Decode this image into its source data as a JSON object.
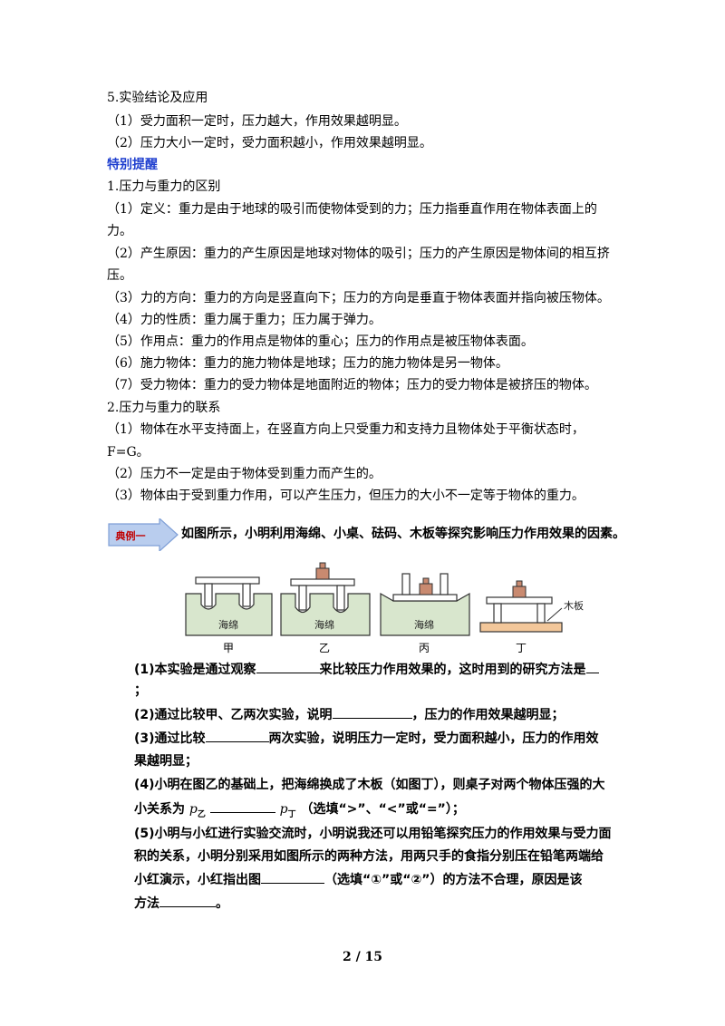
{
  "conclusion": {
    "title": "5.实验结论及应用",
    "items": [
      "（1）受力面积一定时，压力越大，作用效果越明显。",
      "（2）压力大小一定时，受力面积越小，作用效果越明显。"
    ]
  },
  "special": {
    "heading": "特别提醒",
    "sub1": "1.压力与重力的区别",
    "diff": [
      "（1）定义：重力是由于地球的吸引而使物体受到的力；压力指垂直作用在物体表面上的",
      "力。",
      "（2）产生原因：重力的产生原因是地球对物体的吸引；压力的产生原因是物体间的相互挤",
      "压。",
      "（3）力的方向：重力的方向是竖直向下；压力的方向是垂直于物体表面并指向被压物体。",
      "（4）力的性质：重力属于重力；压力属于弹力。",
      "（5）作用点：重力的作用点是物体的重心；压力的作用点是被压物体表面。",
      "（6）施力物体：重力的施力物体是地球；压力的施力物体是另一物体。",
      "（7）受力物体：重力的受力物体是地面附近的物体；压力的受力物体是被挤压的物体。"
    ],
    "sub2": "2.压力与重力的联系",
    "rel": [
      "（1）物体在水平支持面上，在竖直方向上只受重力和支持力且物体处于平衡状态时，",
      "F=G。",
      "（2）压力不一定是由于物体受到重力而产生的。",
      "（3）物体由于受到重力作用，可以产生压力，但压力的大小不一定等于物体的重力。"
    ]
  },
  "example": {
    "badge": "典例一",
    "text": "如图所示，小明利用海绵、小桌、砝码、木板等探究影响压力作用效果的因素。",
    "labels": {
      "sponge": "海绵",
      "board": "木板",
      "jia": "甲",
      "yi": "乙",
      "bing": "丙",
      "ding": "丁"
    }
  },
  "questions": {
    "q1a": "(1)本实验是通过观察",
    "q1b": "来比较压力作用效果的，这时用到的研究方法是",
    "q1c": "；",
    "q2a": "(2)通过比较甲、乙两次实验，说明",
    "q2b": "，压力的作用效果越明显；",
    "q3a": "(3)通过比较",
    "q3b": "两次实验，说明压力一定时，受力面积越小，压力的作用效",
    "q3c": "果越明显；",
    "q4a": "(4)小明在图乙的基础上，把海绵换成了木板（如图丁），则桌子对两个物体压强的大",
    "q4b": "小关系为",
    "p_yi": "p",
    "sub_yi": "乙",
    "p_ding": "p",
    "sub_ding": "丁",
    "q4c": "（选填“>”、“<”或“=”）；",
    "q5a": "(5)小明与小红进行实验交流时，小明说我还可以用铅笔探究压力的作用效果与受力面",
    "q5b": "积的关系，小明分别采用如图所示的两种方法，用两只手的食指分别压在铅笔两端给",
    "q5c": "小红演示，小红指出图",
    "q5d": "（选填“①”或“②”）的方法不合理，原因是该",
    "q5e": "方法",
    "q5f": "。"
  },
  "footer": {
    "page": "2 / 15"
  },
  "colors": {
    "blue": "#1f3fcf",
    "sponge": "#d8e6cd",
    "board": "#f3c79a",
    "badge_fill": "#b9cdee",
    "badge_text": "#c00000"
  }
}
